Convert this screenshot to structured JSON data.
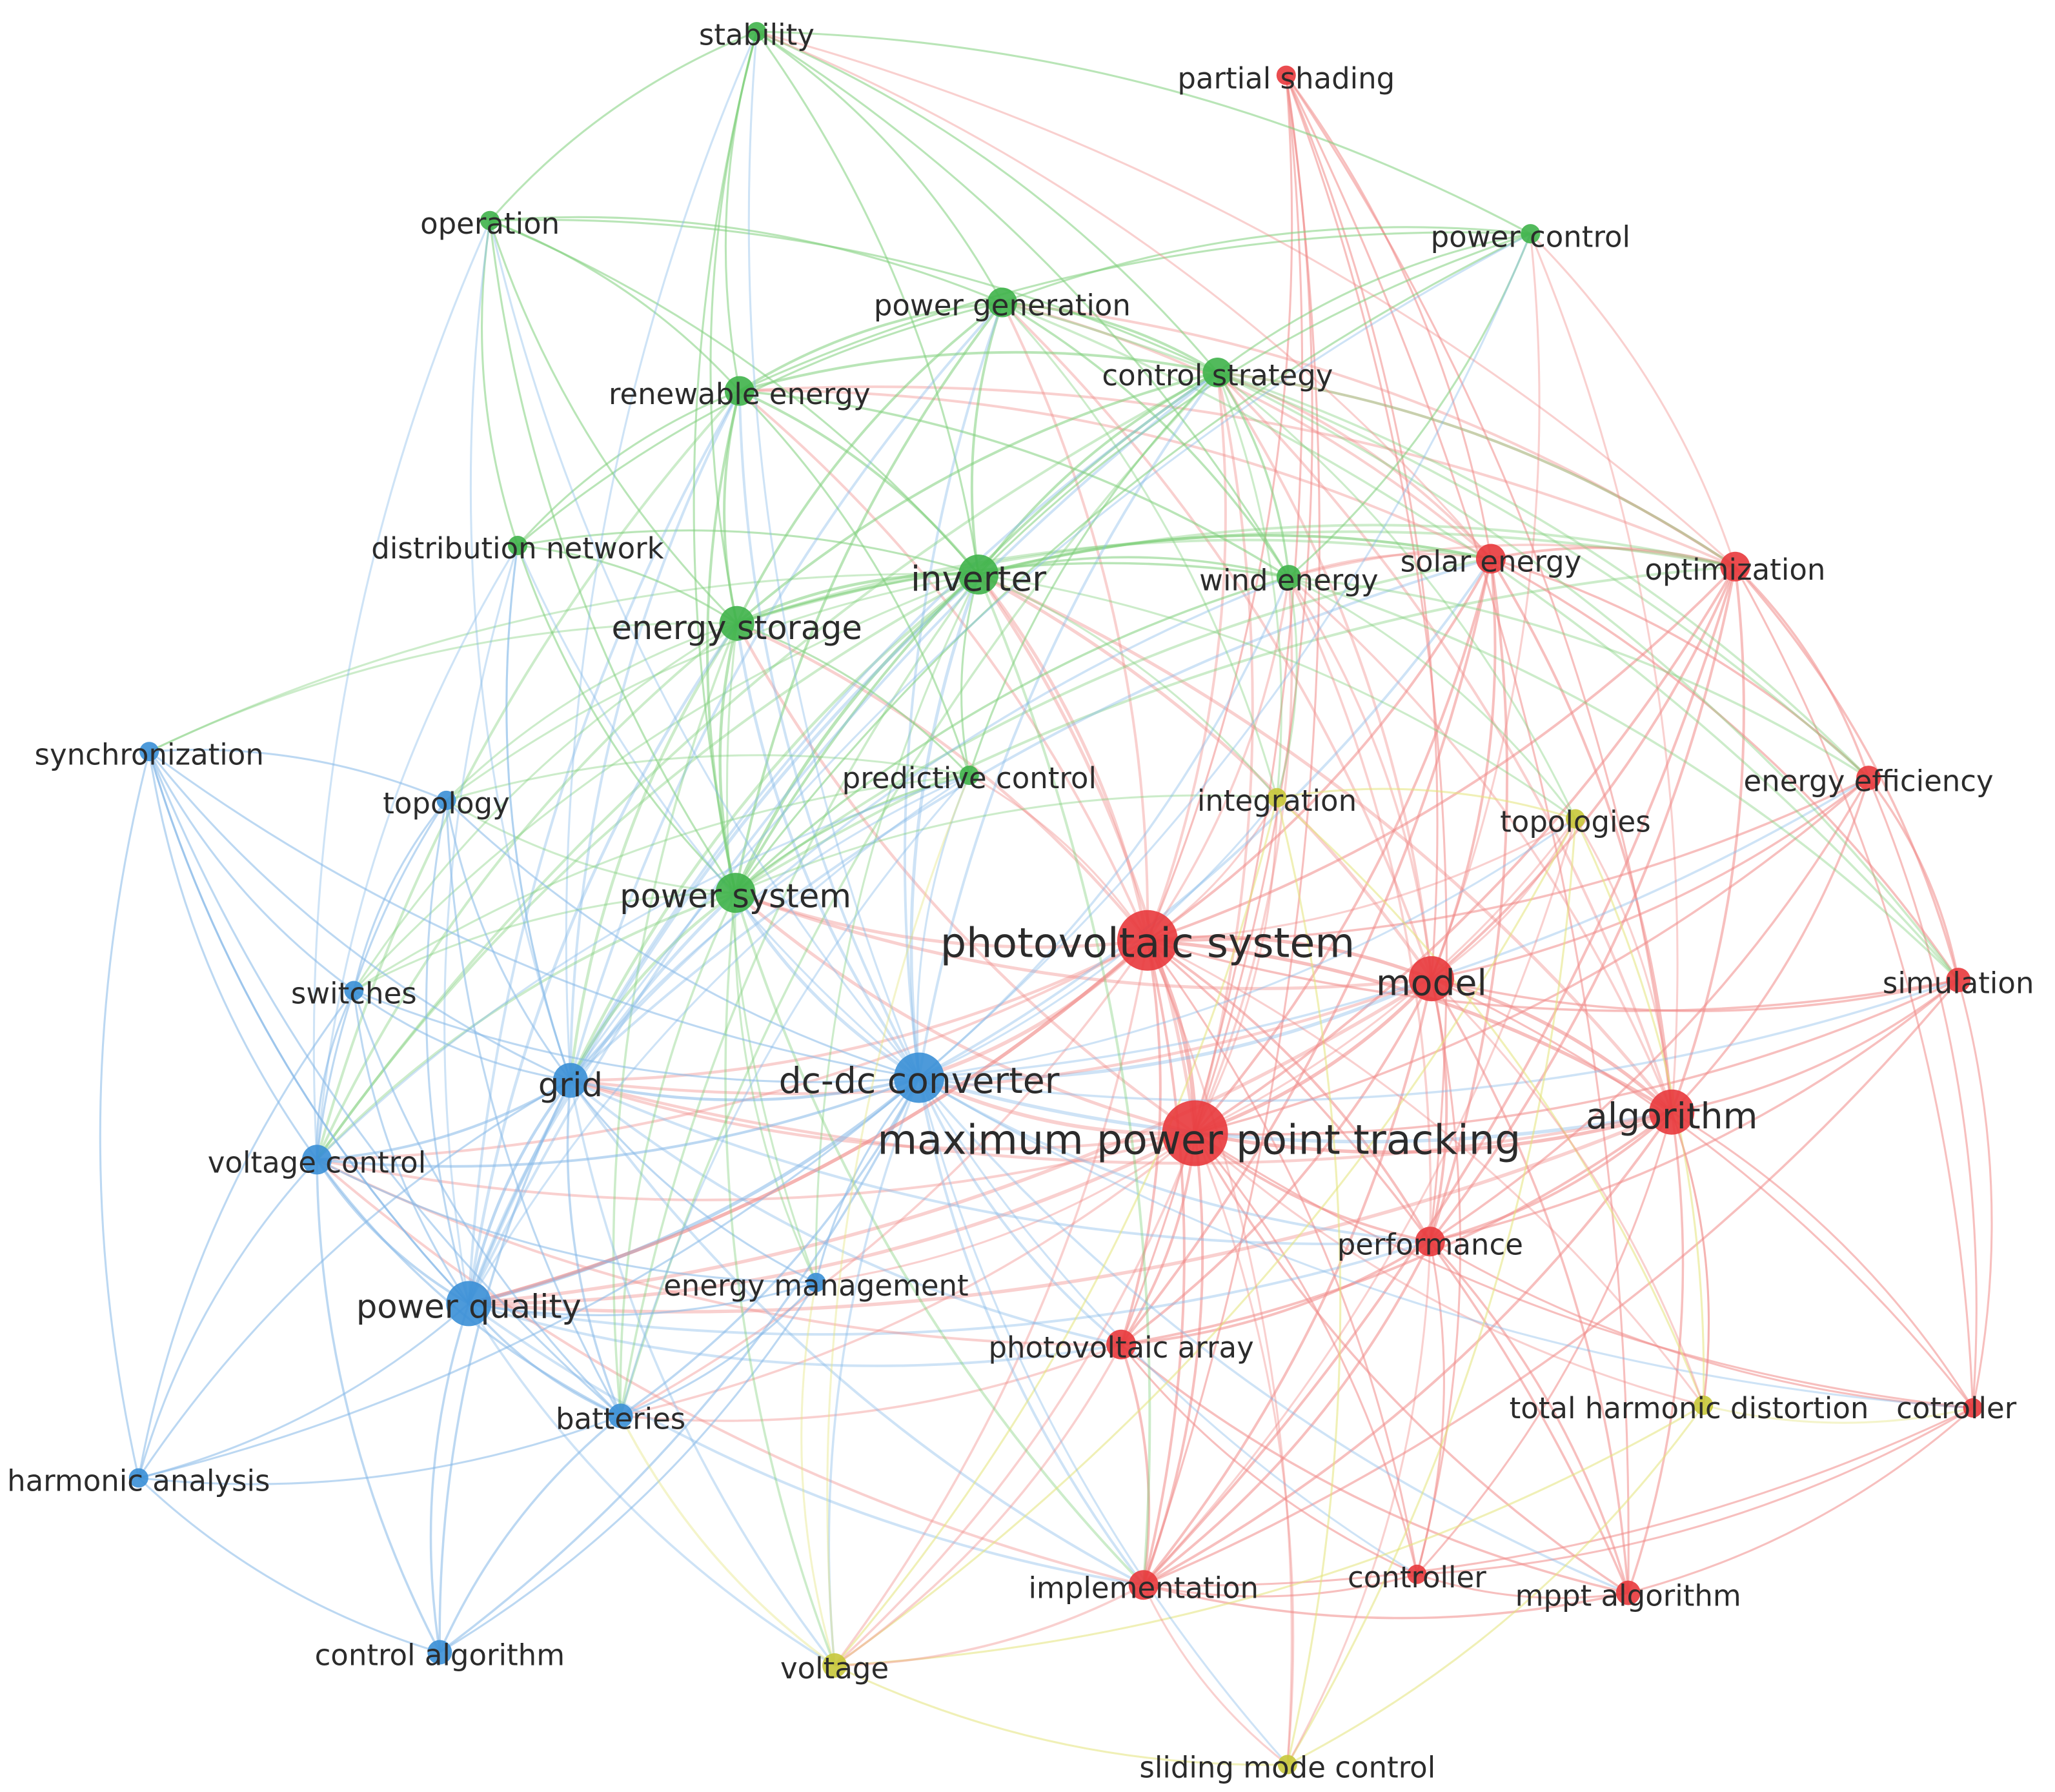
{
  "clusters": {
    "red": {
      "node": "#e8393c",
      "edge": "#f08a88"
    },
    "green": {
      "node": "#3fb24a",
      "edge": "#7fd07b"
    },
    "blue": {
      "node": "#3a8fd6",
      "edge": "#85b8e8"
    },
    "yellow": {
      "node": "#c8c83a",
      "edge": "#e3e37a"
    }
  },
  "nodes": [
    {
      "id": "stability",
      "label": "stability",
      "cluster": "green",
      "weight": 1
    },
    {
      "id": "partial-shading",
      "label": "partial shading",
      "cluster": "red",
      "weight": 1
    },
    {
      "id": "operation",
      "label": "operation",
      "cluster": "green",
      "weight": 1
    },
    {
      "id": "power-control",
      "label": "power control",
      "cluster": "green",
      "weight": 1
    },
    {
      "id": "power-generation",
      "label": "power generation",
      "cluster": "green",
      "weight": 2
    },
    {
      "id": "control-strategy",
      "label": "control strategy",
      "cluster": "green",
      "weight": 2
    },
    {
      "id": "renewable-energy",
      "label": "renewable energy",
      "cluster": "green",
      "weight": 2
    },
    {
      "id": "distribution-network",
      "label": "distribution network",
      "cluster": "green",
      "weight": 1
    },
    {
      "id": "solar-energy",
      "label": "solar energy",
      "cluster": "red",
      "weight": 2
    },
    {
      "id": "optimization",
      "label": "optimization",
      "cluster": "red",
      "weight": 2
    },
    {
      "id": "inverter",
      "label": "inverter",
      "cluster": "green",
      "weight": 3
    },
    {
      "id": "wind-energy",
      "label": "wind energy",
      "cluster": "green",
      "weight": 1.5
    },
    {
      "id": "energy-storage",
      "label": "energy storage",
      "cluster": "green",
      "weight": 2.5
    },
    {
      "id": "synchronization",
      "label": "synchronization",
      "cluster": "blue",
      "weight": 1
    },
    {
      "id": "topology",
      "label": "topology",
      "cluster": "blue",
      "weight": 1
    },
    {
      "id": "predictive-control",
      "label": "predictive control",
      "cluster": "green",
      "weight": 1
    },
    {
      "id": "integration",
      "label": "integration",
      "cluster": "yellow",
      "weight": 1
    },
    {
      "id": "topologies",
      "label": "topologies",
      "cluster": "yellow",
      "weight": 1
    },
    {
      "id": "energy-efficiency",
      "label": "energy efficiency",
      "cluster": "red",
      "weight": 1.5
    },
    {
      "id": "power-system",
      "label": "power system",
      "cluster": "green",
      "weight": 3
    },
    {
      "id": "photovoltaic-system",
      "label": "photovoltaic system",
      "cluster": "red",
      "weight": 5
    },
    {
      "id": "model",
      "label": "model",
      "cluster": "red",
      "weight": 3.5
    },
    {
      "id": "simulation",
      "label": "simulation",
      "cluster": "red",
      "weight": 1.5
    },
    {
      "id": "switches",
      "label": "switches",
      "cluster": "blue",
      "weight": 1
    },
    {
      "id": "grid",
      "label": "grid",
      "cluster": "blue",
      "weight": 2.5
    },
    {
      "id": "dc-dc-converter",
      "label": "dc-dc converter",
      "cluster": "blue",
      "weight": 4
    },
    {
      "id": "algorithm",
      "label": "algorithm",
      "cluster": "red",
      "weight": 3.5
    },
    {
      "id": "maximum-power-point-tracking",
      "label": "maximum power point tracking",
      "cluster": "red",
      "weight": 5.5
    },
    {
      "id": "voltage-control",
      "label": "voltage control",
      "cluster": "blue",
      "weight": 2
    },
    {
      "id": "performance",
      "label": "performance",
      "cluster": "red",
      "weight": 2
    },
    {
      "id": "energy-management",
      "label": "energy management",
      "cluster": "blue",
      "weight": 1
    },
    {
      "id": "power-quality",
      "label": "power quality",
      "cluster": "blue",
      "weight": 3.5
    },
    {
      "id": "photovoltaic-array",
      "label": "photovoltaic array",
      "cluster": "red",
      "weight": 2
    },
    {
      "id": "total-harmonic-distortion",
      "label": "total harmonic distortion",
      "cluster": "yellow",
      "weight": 1
    },
    {
      "id": "cotroller",
      "label": "cotroller",
      "cluster": "red",
      "weight": 1
    },
    {
      "id": "batteries",
      "label": "batteries",
      "cluster": "blue",
      "weight": 1.5
    },
    {
      "id": "harmonic-analysis",
      "label": "harmonic analysis",
      "cluster": "blue",
      "weight": 1
    },
    {
      "id": "implementation",
      "label": "implementation",
      "cluster": "red",
      "weight": 2
    },
    {
      "id": "controller",
      "label": "controller",
      "cluster": "red",
      "weight": 1
    },
    {
      "id": "mppt-algorithm",
      "label": "mppt algorithm",
      "cluster": "red",
      "weight": 1.5
    },
    {
      "id": "control-algorithm",
      "label": "control algorithm",
      "cluster": "blue",
      "weight": 1.5
    },
    {
      "id": "voltage",
      "label": "voltage",
      "cluster": "yellow",
      "weight": 1.5
    },
    {
      "id": "sliding-mode-control",
      "label": "sliding mode control",
      "cluster": "yellow",
      "weight": 1
    }
  ]
}
